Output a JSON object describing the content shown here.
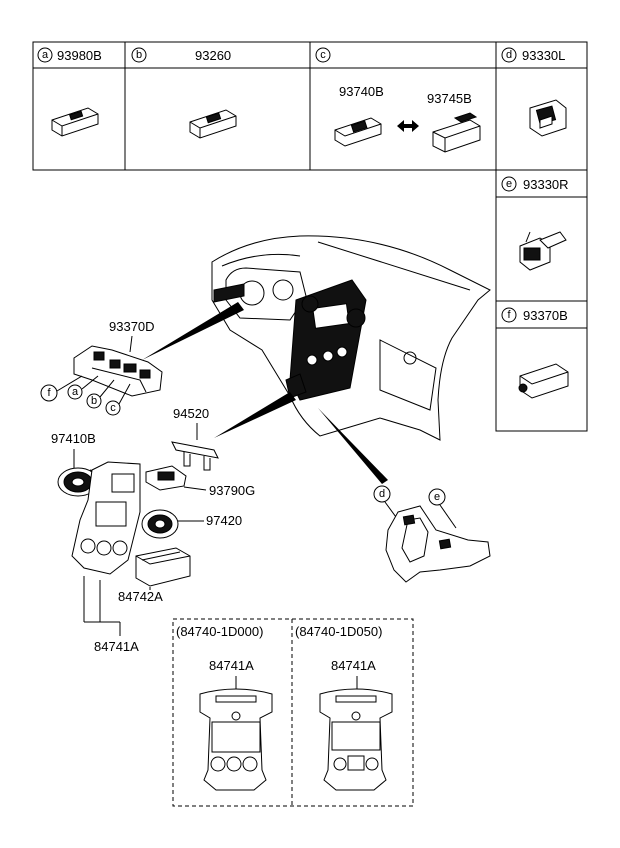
{
  "top_table": [
    {
      "letter": "a",
      "part": "93980B"
    },
    {
      "letter": "b",
      "part": "93260"
    },
    {
      "letter": "c",
      "part": "",
      "sub_parts": [
        "93740B",
        "93745B"
      ]
    },
    {
      "letter": "d",
      "part": "93330L"
    }
  ],
  "side_table": [
    {
      "letter": "e",
      "part": "93330R"
    },
    {
      "letter": "f",
      "part": "93370B"
    }
  ],
  "callouts": {
    "p93370D": "93370D",
    "p94520": "94520",
    "p97410B": "97410B",
    "p93790G": "93790G",
    "p97420": "97420",
    "p84742A": "84742A",
    "p84741A": "84741A"
  },
  "circle_letters": {
    "f": "f",
    "a": "a",
    "b": "b",
    "c": "c",
    "d": "d",
    "e": "e"
  },
  "variants": [
    {
      "code": "(84740-1D000)",
      "part": "84741A"
    },
    {
      "code": "(84740-1D050)",
      "part": "84741A"
    }
  ]
}
